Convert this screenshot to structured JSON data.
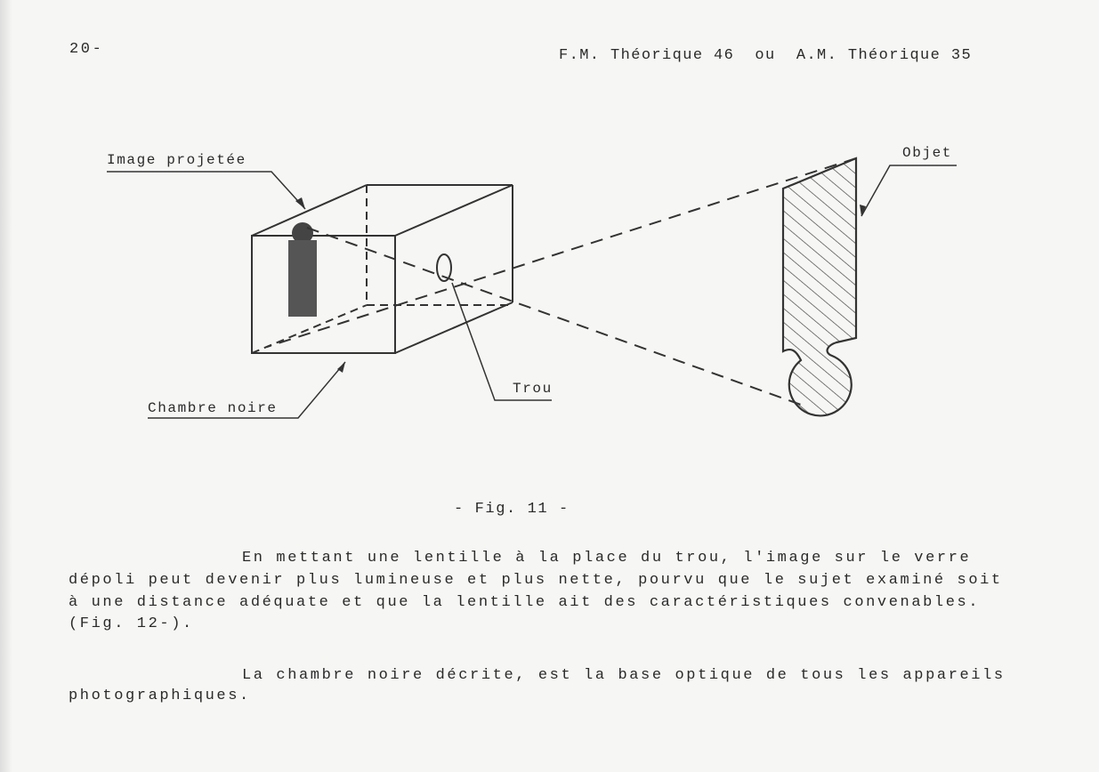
{
  "header": {
    "page_number": "20-",
    "title": "F.M. Théorique 46  ou  A.M. Théorique 35"
  },
  "figure": {
    "labels": {
      "projected_image": "Image projetée",
      "object": "Objet",
      "hole": "Trou",
      "camera_obscura": "Chambre noire"
    },
    "caption": "- Fig. 11 -"
  },
  "body": {
    "paragraph1": [
      "En mettant une lentille à la place du trou, l'image sur le verre",
      "dépoli peut devenir plus lumineuse et plus nette, pourvu que le sujet examiné soit",
      "à une distance adéquate et que la lentille ait des caractéristiques convenables.",
      "(Fig. 12-)."
    ],
    "paragraph2": [
      "La chambre noire décrite, est la base optique de tous les appareils",
      "photographiques."
    ]
  }
}
